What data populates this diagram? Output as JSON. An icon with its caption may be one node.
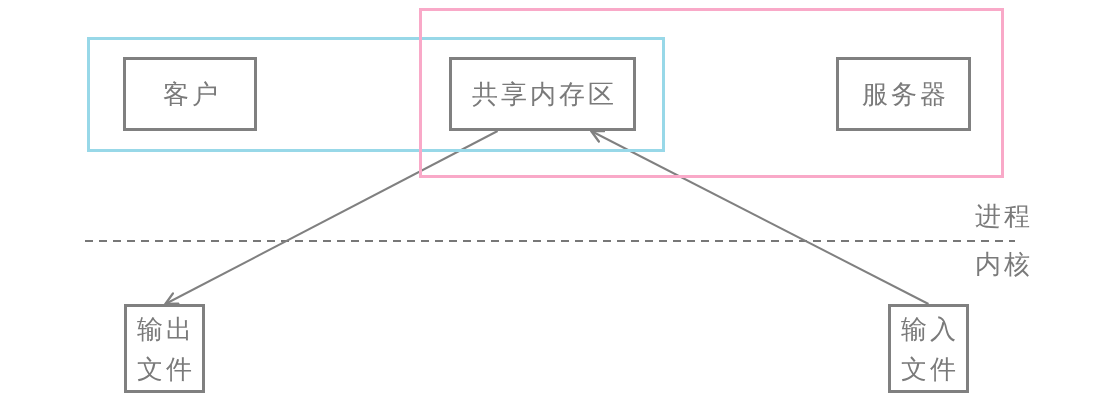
{
  "diagram": {
    "nodes": [
      {
        "text": [],
        "shape": "box"
      },
      {
        "text": [
          "客户"
        ],
        "in": 0
      },
      {
        "text": [],
        "shape": "box"
      },
      {
        "text": [
          "共享内存区"
        ]
      },
      {
        "text": [
          "服务器"
        ],
        "in": 2
      },
      {
        "text": [
          "输出文件"
        ]
      },
      {
        "text": [
          "输入文件"
        ]
      }
    ],
    "edges": [
      {
        "from": 3,
        "to": 5,
        "arrow": "to"
      },
      {
        "from": 6,
        "to": 3,
        "arrow": "to"
      }
    ],
    "labels": [
      "进程",
      "内核"
    ]
  }
}
